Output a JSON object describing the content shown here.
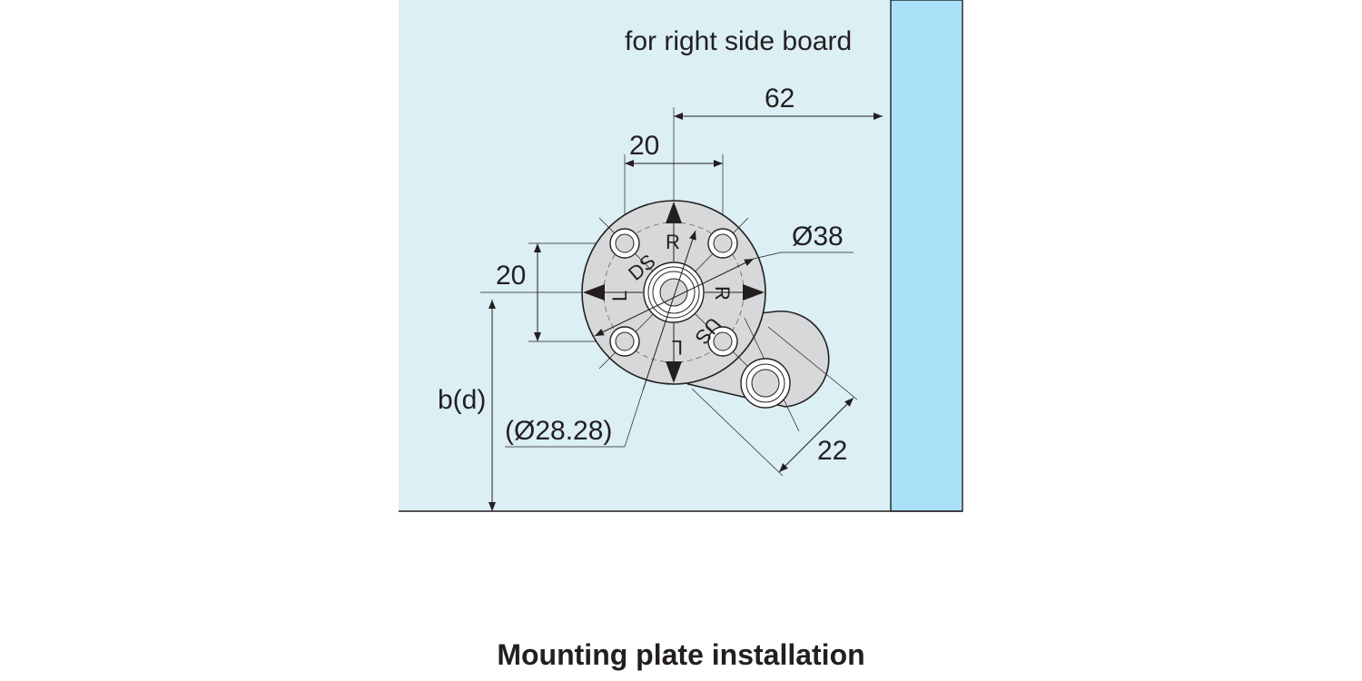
{
  "labels": {
    "board_note": "for right side board",
    "dim_62": "62",
    "dim_20_horizontal": "20",
    "dim_20_vertical": "20",
    "dim_diameter_38": "Ø38",
    "dim_diameter_28": "(Ø28.28)",
    "dim_22": "22",
    "dim_bd": "b(d)"
  },
  "plate_marks": {
    "r_top": "R",
    "ds": "DS",
    "l_left": "L",
    "r_right": "R",
    "us": "US",
    "l_bottom": "L"
  },
  "caption": "Mounting plate installation",
  "colors": {
    "panel": "#dbeff5",
    "board": "#abe1f8",
    "plate": "#d7d8d9",
    "line": "#231f20"
  }
}
